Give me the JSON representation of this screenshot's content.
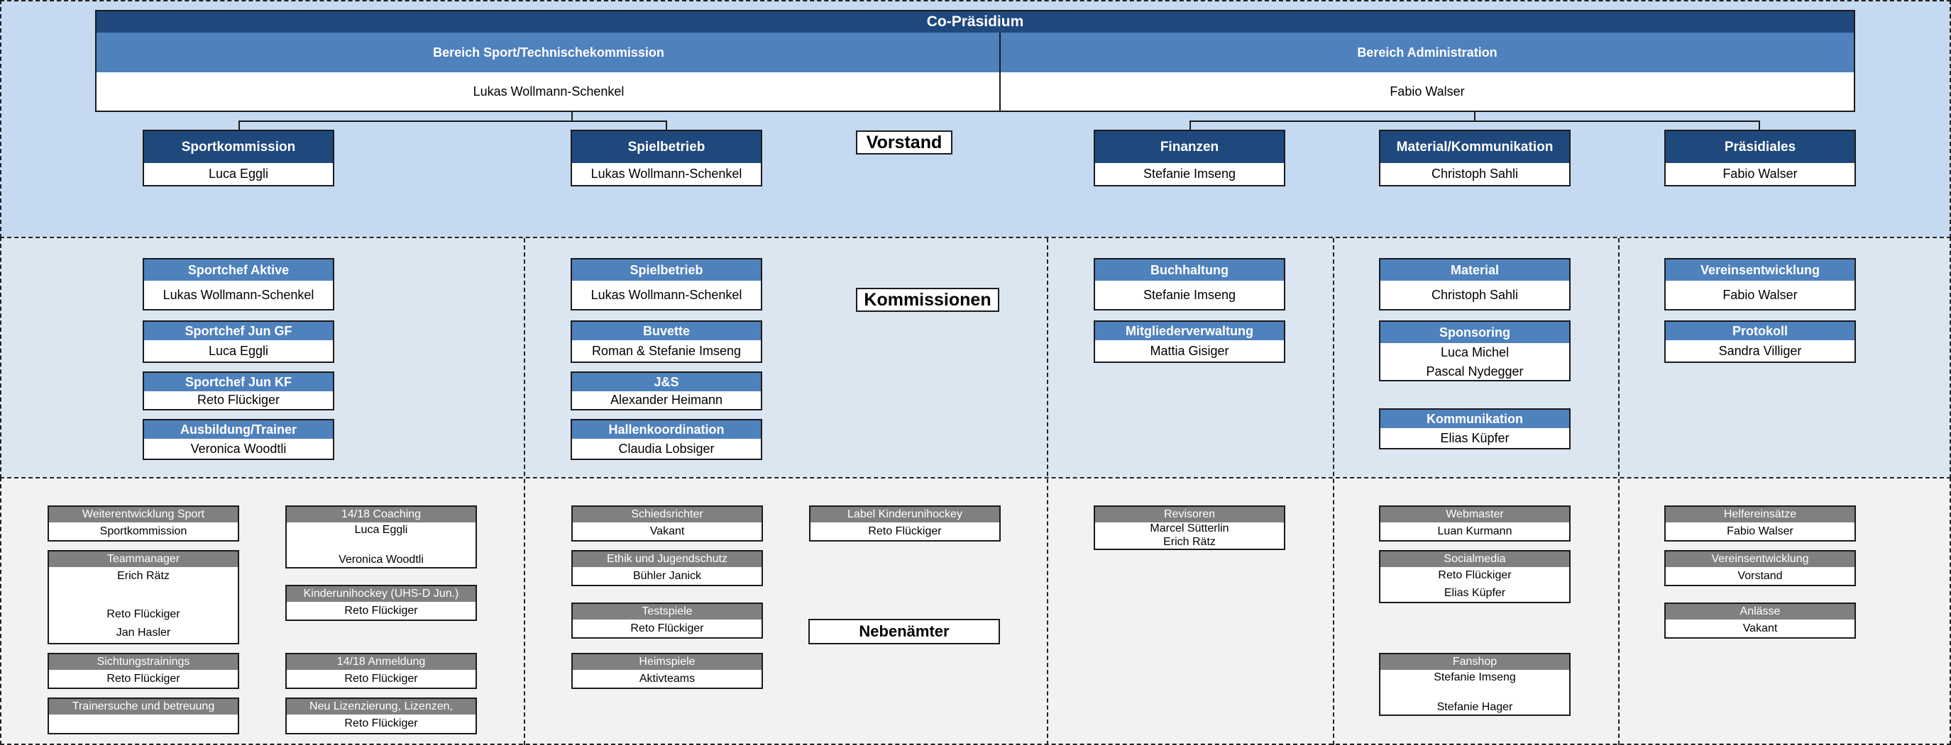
{
  "top": {
    "title": "Co-Präsidium",
    "left_area": "Bereich Sport/Technischekommission",
    "left_person": "Lukas Wollmann-Schenkel",
    "right_area": "Bereich Administration",
    "right_person": "Fabio Walser"
  },
  "labels": {
    "vorstand": "Vorstand",
    "kommissionen": "Kommissionen",
    "nebenaemter": "Nebenämter"
  },
  "vorstand": [
    {
      "title": "Sportkommission",
      "person": "Luca Eggli"
    },
    {
      "title": "Spielbetrieb",
      "person": "Lukas Wollmann-Schenkel"
    },
    {
      "title": "Finanzen",
      "person": "Stefanie Imseng"
    },
    {
      "title": "Material/Kommunikation",
      "person": "Christoph Sahli"
    },
    {
      "title": "Präsidiales",
      "person": "Fabio Walser"
    }
  ],
  "kommissionen": [
    {
      "title": "Sportchef Aktive",
      "people": [
        "Lukas Wollmann-Schenkel"
      ]
    },
    {
      "title": "Sportchef Jun GF",
      "people": [
        "Luca Eggli"
      ]
    },
    {
      "title": "Sportchef Jun KF",
      "people": [
        "Reto Flückiger"
      ]
    },
    {
      "title": "Ausbildung/Trainer",
      "people": [
        "Veronica Woodtli"
      ]
    },
    {
      "title": "Spielbetrieb",
      "people": [
        "Lukas Wollmann-Schenkel"
      ]
    },
    {
      "title": "Buvette",
      "people": [
        "Roman & Stefanie Imseng"
      ]
    },
    {
      "title": "J&S",
      "people": [
        "Alexander Heimann"
      ]
    },
    {
      "title": "Hallenkoordination",
      "people": [
        "Claudia Lobsiger"
      ]
    },
    {
      "title": "Buchhaltung",
      "people": [
        "Stefanie Imseng"
      ]
    },
    {
      "title": "Mitgliederverwaltung",
      "people": [
        "Mattia Gisiger"
      ]
    },
    {
      "title": "Material",
      "people": [
        "Christoph Sahli"
      ]
    },
    {
      "title": "Sponsoring",
      "people": [
        "Luca Michel",
        "Pascal Nydegger"
      ]
    },
    {
      "title": "Kommunikation",
      "people": [
        "Elias Küpfer"
      ]
    },
    {
      "title": "Vereinsentwicklung",
      "people": [
        "Fabio Walser"
      ]
    },
    {
      "title": "Protokoll",
      "people": [
        "Sandra Villiger"
      ]
    }
  ],
  "nebenaemter": [
    {
      "title": "Weiterentwicklung Sport",
      "people": [
        "Sportkommission"
      ]
    },
    {
      "title": "Teammanager",
      "people": [
        "Erich Rätz",
        "",
        "Reto Flückiger",
        "Jan Hasler"
      ]
    },
    {
      "title": "Sichtungstrainings",
      "people": [
        "Reto Flückiger"
      ]
    },
    {
      "title": "Trainersuche und betreuung",
      "people": [
        ""
      ]
    },
    {
      "title": "14/18 Coaching",
      "people": [
        "Luca Eggli",
        "",
        "Veronica Woodtli"
      ]
    },
    {
      "title": "Kinderunihockey (UHS-D Jun.)",
      "people": [
        "Reto Flückiger"
      ]
    },
    {
      "title": "14/18 Anmeldung",
      "people": [
        "Reto Flückiger"
      ]
    },
    {
      "title": "Neu Lizenzierung, Lizenzen,",
      "people": [
        "Reto Flückiger"
      ]
    },
    {
      "title": "Schiedsrichter",
      "people": [
        "Vakant"
      ]
    },
    {
      "title": "Ethik und Jugendschutz",
      "people": [
        "Bühler Janick"
      ]
    },
    {
      "title": "Testspiele",
      "people": [
        "Reto Flückiger"
      ]
    },
    {
      "title": "Heimspiele",
      "people": [
        "Aktivteams"
      ]
    },
    {
      "title": "Label Kinderunihockey",
      "people": [
        "Reto Flückiger"
      ]
    },
    {
      "title": "Revisoren",
      "people": [
        "Marcel Sütterlin",
        "Erich Rätz"
      ]
    },
    {
      "title": "Webmaster",
      "people": [
        "Luan Kurmann"
      ]
    },
    {
      "title": "Socialmedia",
      "people": [
        "Reto Flückiger",
        "Elias Küpfer"
      ]
    },
    {
      "title": "Fanshop",
      "people": [
        "Stefanie Imseng",
        "",
        "Stefanie Hager"
      ]
    },
    {
      "title": "Helfereinsätze",
      "people": [
        "Fabio Walser"
      ]
    },
    {
      "title": "Vereinsentwicklung",
      "people": [
        "Vorstand"
      ]
    },
    {
      "title": "Anlässe",
      "people": [
        "Vakant"
      ]
    }
  ],
  "colors": {
    "dark_header": "#1f497d",
    "mid_header": "#4f81bd",
    "gray_header": "#808080",
    "vorstand_bg": "#c5d9f1",
    "kommissionen_bg": "#dce6f1",
    "nebenaemter_bg": "#f2f2f2"
  }
}
